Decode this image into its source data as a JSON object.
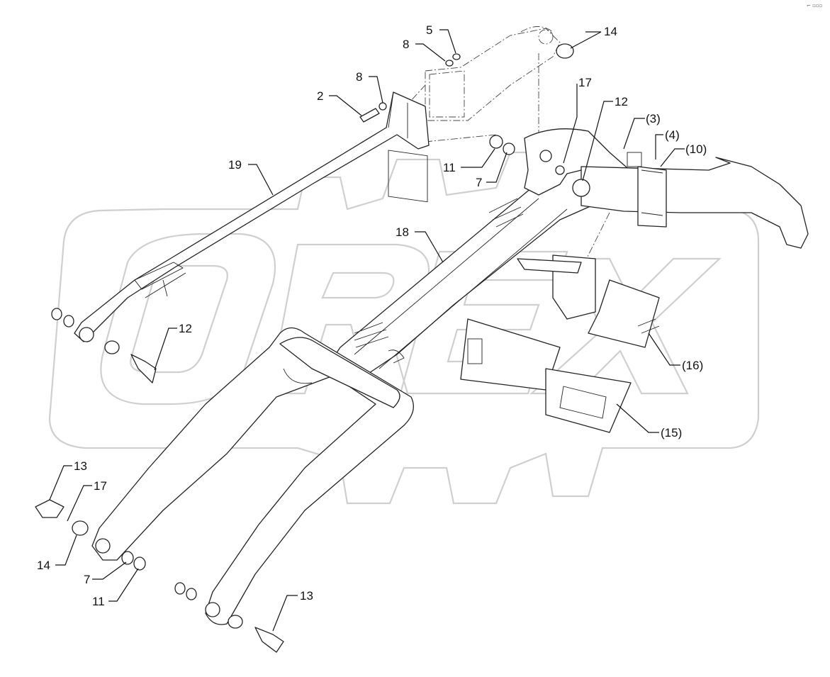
{
  "watermark": {
    "brand_icon": "orex-gear-logo-watermark",
    "text": "OREX"
  },
  "corner_mark": "⌐ ▫▫▫",
  "callouts": {
    "c5": "5",
    "c8_top": "8",
    "c14_top": "14",
    "c8_mid": "8",
    "c2": "2",
    "c17_top": "17",
    "c12_top": "12",
    "c3": "(3)",
    "c4": "(4)",
    "c10": "(10)",
    "c19": "19",
    "c11_top": "11",
    "c7_top": "7",
    "c18": "18",
    "c12_left": "12",
    "c16": "(16)",
    "c15": "(15)",
    "c13_left": "13",
    "c17_left": "17",
    "c14_left": "14",
    "c7_bottom": "7",
    "c11_bottom": "11",
    "c13_bottom": "13"
  }
}
